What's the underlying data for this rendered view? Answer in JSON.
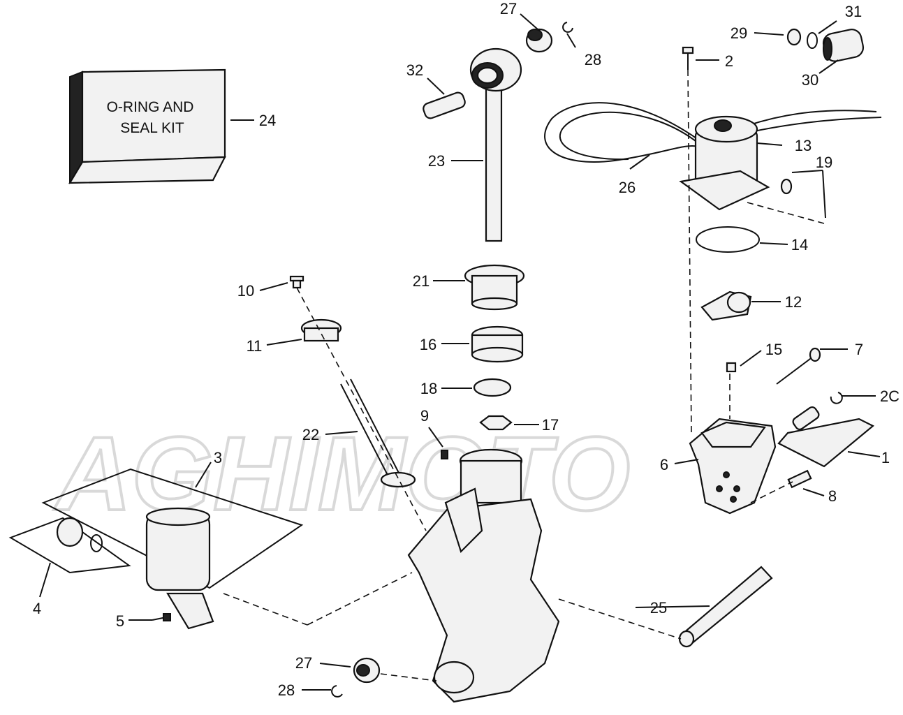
{
  "watermark": "AGHIMOTO",
  "kit_box": {
    "line1": "O-RING AND",
    "line2": "SEAL KIT"
  },
  "labels": [
    {
      "id": "27a",
      "text": "27"
    },
    {
      "id": "28a",
      "text": "28"
    },
    {
      "id": "31",
      "text": "31"
    },
    {
      "id": "29",
      "text": "29"
    },
    {
      "id": "30",
      "text": "30"
    },
    {
      "id": "2",
      "text": "2"
    },
    {
      "id": "32",
      "text": "32"
    },
    {
      "id": "24",
      "text": "24"
    },
    {
      "id": "23",
      "text": "23"
    },
    {
      "id": "13",
      "text": "13"
    },
    {
      "id": "19",
      "text": "19"
    },
    {
      "id": "26",
      "text": "26"
    },
    {
      "id": "14",
      "text": "14"
    },
    {
      "id": "21",
      "text": "21"
    },
    {
      "id": "10",
      "text": "10"
    },
    {
      "id": "12",
      "text": "12"
    },
    {
      "id": "11",
      "text": "11"
    },
    {
      "id": "16",
      "text": "16"
    },
    {
      "id": "15",
      "text": "15"
    },
    {
      "id": "7",
      "text": "7"
    },
    {
      "id": "18",
      "text": "18"
    },
    {
      "id": "2c",
      "text": "2C"
    },
    {
      "id": "9",
      "text": "9"
    },
    {
      "id": "17",
      "text": "17"
    },
    {
      "id": "22",
      "text": "22"
    },
    {
      "id": "3",
      "text": "3"
    },
    {
      "id": "1",
      "text": "1"
    },
    {
      "id": "6",
      "text": "6"
    },
    {
      "id": "8",
      "text": "8"
    },
    {
      "id": "4",
      "text": "4"
    },
    {
      "id": "25",
      "text": "25"
    },
    {
      "id": "5",
      "text": "5"
    },
    {
      "id": "27b",
      "text": "27"
    },
    {
      "id": "28b",
      "text": "28"
    }
  ]
}
